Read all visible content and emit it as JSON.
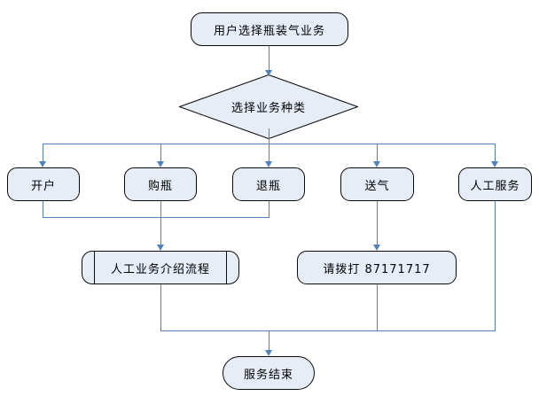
{
  "diagram": {
    "type": "flowchart",
    "nodes": {
      "start": {
        "label": "用户选择瓶装气业务",
        "shape": "terminator"
      },
      "decision": {
        "label": "选择业务种类",
        "shape": "decision"
      },
      "open_account": {
        "label": "开户",
        "shape": "process"
      },
      "buy_bottle": {
        "label": "购瓶",
        "shape": "process"
      },
      "return_bottle": {
        "label": "退瓶",
        "shape": "process"
      },
      "deliver_gas": {
        "label": "送气",
        "shape": "process"
      },
      "manual_service": {
        "label": "人工服务",
        "shape": "process"
      },
      "manual_intro": {
        "label": "人工业务介绍流程",
        "shape": "predefined-process"
      },
      "call_number": {
        "label": "请拨打 87171717",
        "shape": "process"
      },
      "end": {
        "label": "服务结束",
        "shape": "terminator"
      }
    },
    "edges": [
      {
        "from": "start",
        "to": "decision"
      },
      {
        "from": "decision",
        "to": "open_account"
      },
      {
        "from": "decision",
        "to": "buy_bottle"
      },
      {
        "from": "decision",
        "to": "return_bottle"
      },
      {
        "from": "decision",
        "to": "deliver_gas"
      },
      {
        "from": "decision",
        "to": "manual_service"
      },
      {
        "from": "open_account",
        "to": "manual_intro"
      },
      {
        "from": "buy_bottle",
        "to": "manual_intro"
      },
      {
        "from": "return_bottle",
        "to": "manual_intro"
      },
      {
        "from": "deliver_gas",
        "to": "call_number"
      },
      {
        "from": "manual_intro",
        "to": "end"
      },
      {
        "from": "call_number",
        "to": "end"
      },
      {
        "from": "manual_service",
        "to": "end"
      }
    ],
    "colors": {
      "connector": "#4f81bd",
      "fill": "#e7edf7",
      "border": "#0a0a0a",
      "text": "#000000",
      "background": "#ffffff"
    }
  }
}
